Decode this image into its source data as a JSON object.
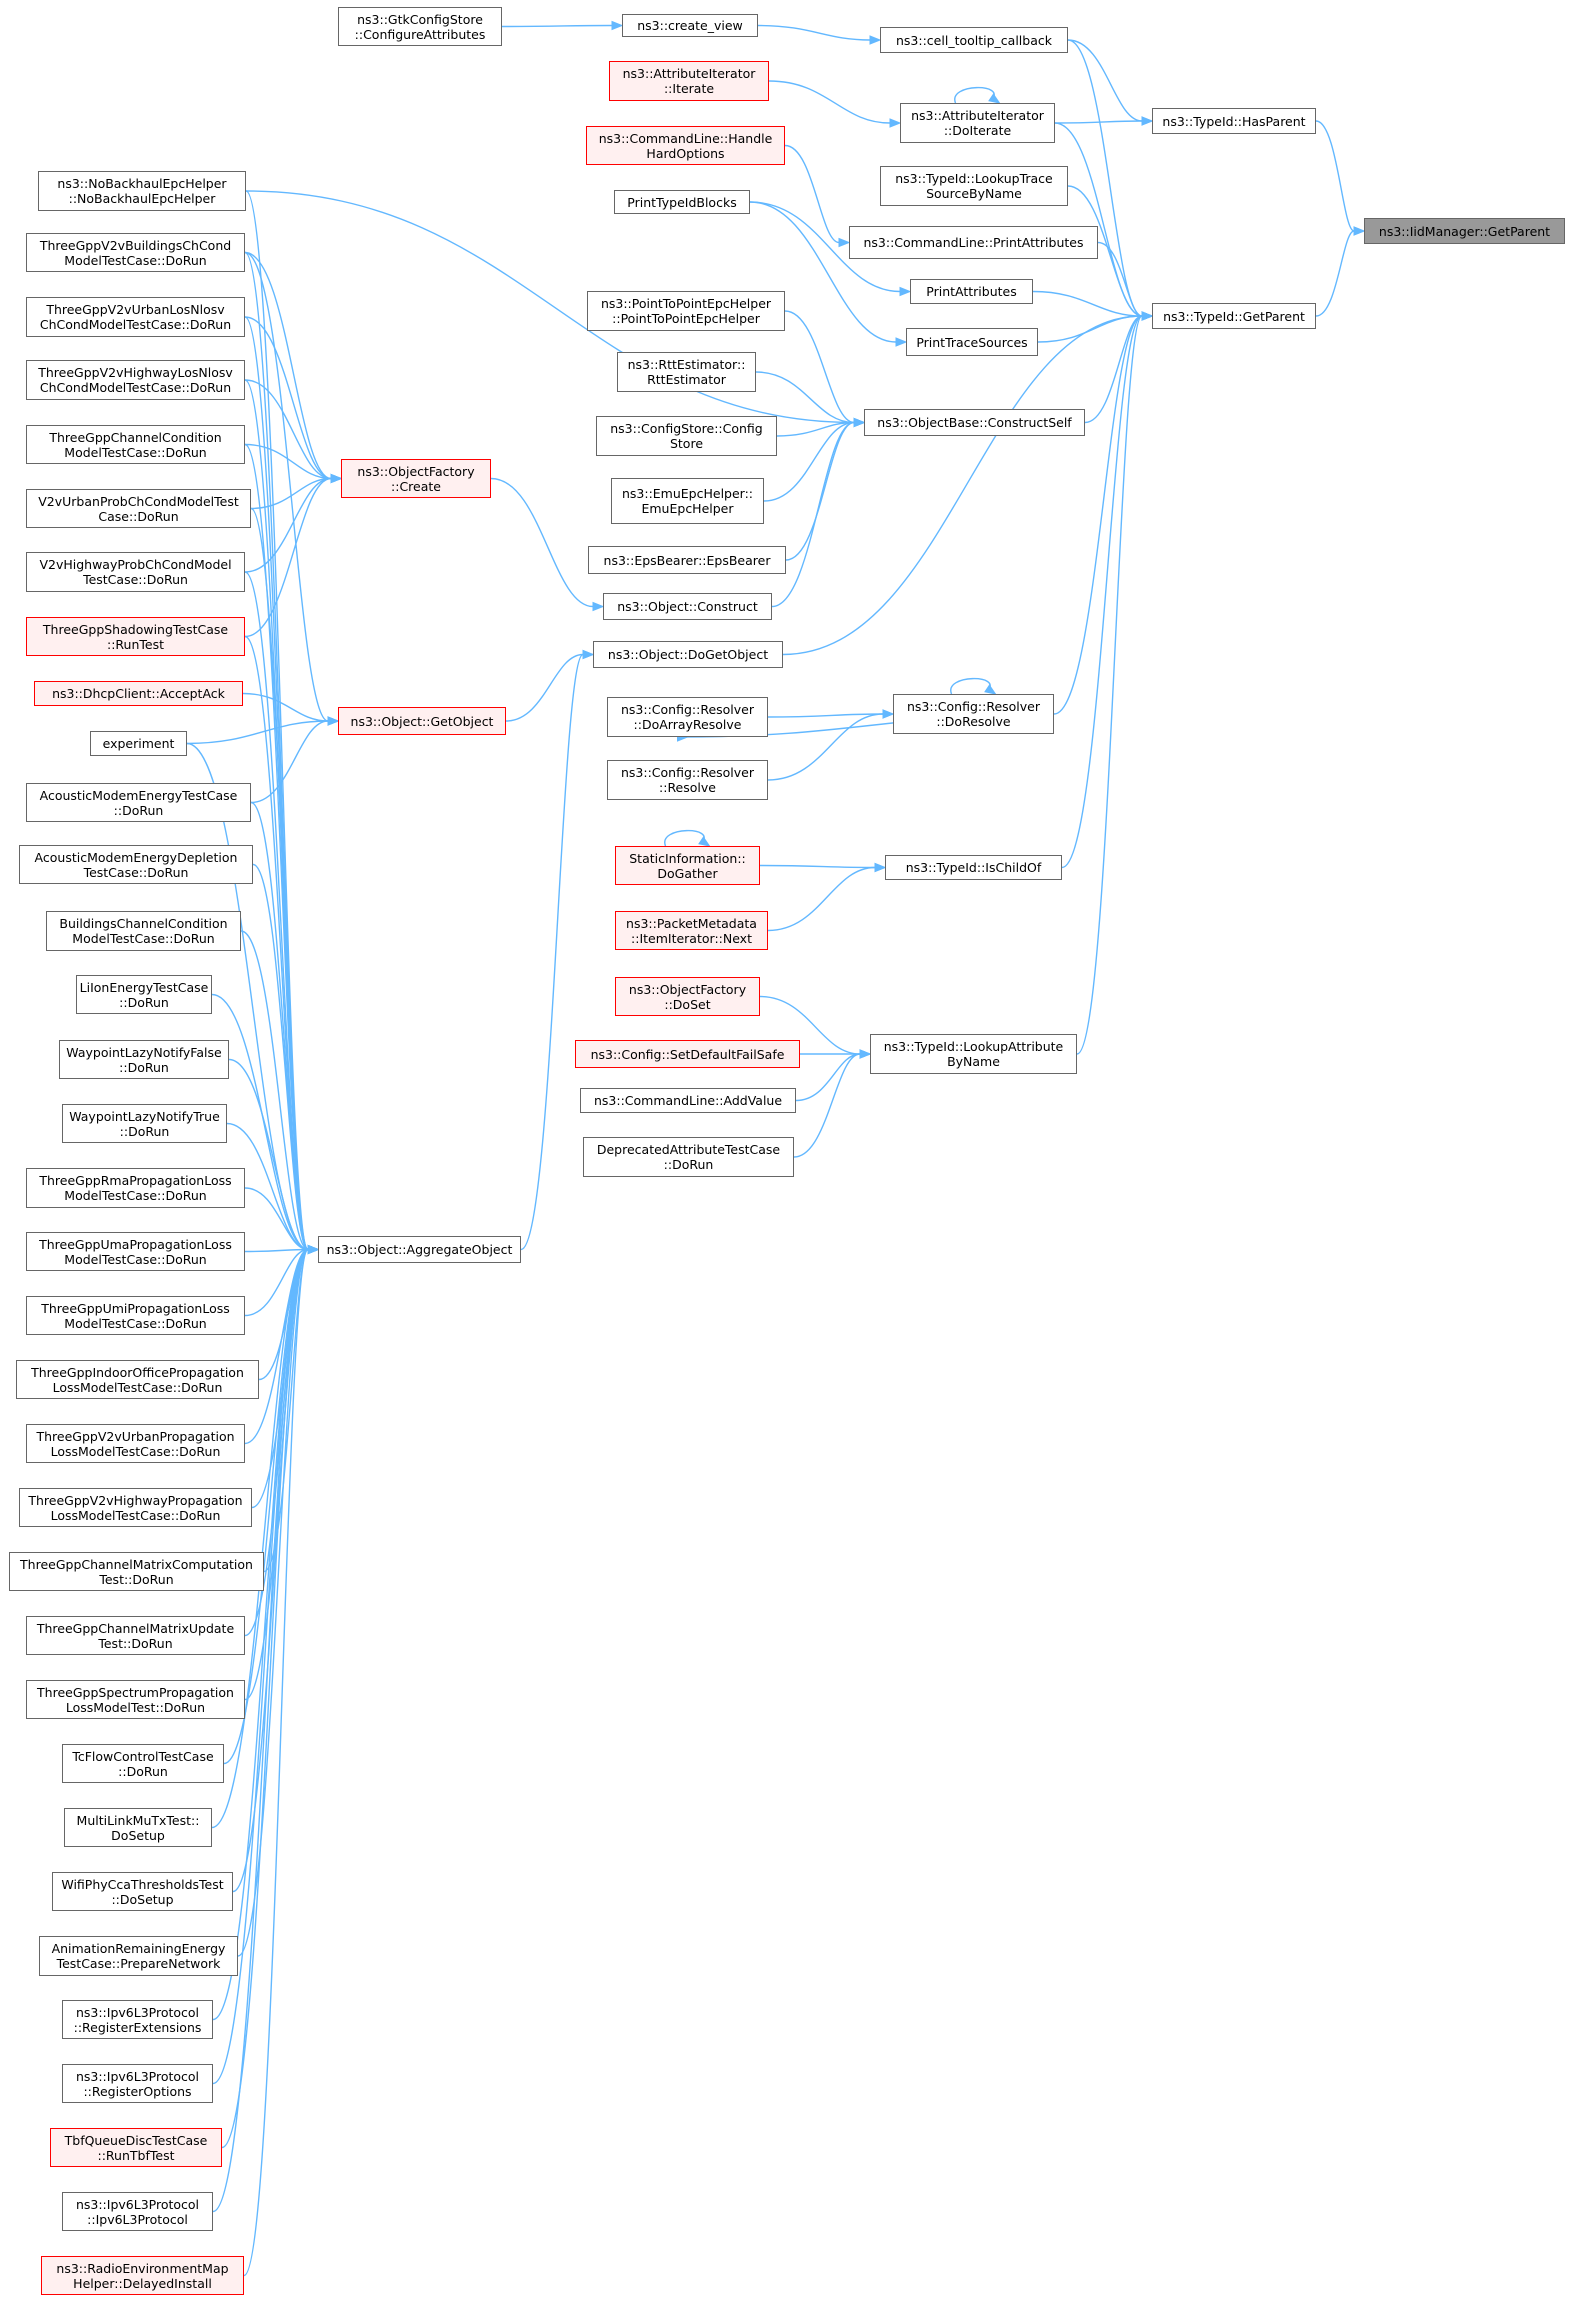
{
  "diagram": {
    "type": "call-graph",
    "root": "ns3::IidManager::GetParent",
    "colors": {
      "edge": "#63b8ff",
      "node_border": "#666666",
      "truncated_border": "#ff0000",
      "truncated_fill": "#fff0f0",
      "root_fill": "#999999"
    },
    "nodes": [
      {
        "id": "root",
        "lines": [
          "ns3::IidManager::GetParent"
        ]
      },
      {
        "id": "hasparent",
        "lines": [
          "ns3::TypeId::HasParent"
        ]
      },
      {
        "id": "getparent",
        "lines": [
          "ns3::TypeId::GetParent"
        ]
      },
      {
        "id": "tooltip",
        "lines": [
          "ns3::cell_tooltip_callback"
        ]
      },
      {
        "id": "createview",
        "lines": [
          "ns3::create_view"
        ]
      },
      {
        "id": "gtkcfg",
        "lines": [
          "ns3::GtkConfigStore",
          "::ConfigureAttributes"
        ]
      },
      {
        "id": "attriterdoiterate",
        "lines": [
          "ns3::AttributeIterator",
          "::DoIterate"
        ]
      },
      {
        "id": "attriteriterate",
        "lines": [
          "ns3::AttributeIterator",
          "::Iterate"
        ]
      },
      {
        "id": "cmdhandle",
        "lines": [
          "ns3::CommandLine::Handle",
          "HardOptions"
        ]
      },
      {
        "id": "lookuptrace",
        "lines": [
          "ns3::TypeId::LookupTrace",
          "SourceByName"
        ]
      },
      {
        "id": "cmdprintattrs",
        "lines": [
          "ns3::CommandLine::PrintAttributes"
        ]
      },
      {
        "id": "printtypeid",
        "lines": [
          "PrintTypeIdBlocks"
        ]
      },
      {
        "id": "printattrs",
        "lines": [
          "PrintAttributes"
        ]
      },
      {
        "id": "printtrace",
        "lines": [
          "PrintTraceSources"
        ]
      },
      {
        "id": "nobackhaul",
        "lines": [
          "ns3::NoBackhaulEpcHelper",
          "::NoBackhaulEpcHelper"
        ]
      },
      {
        "id": "p2pepc",
        "lines": [
          "ns3::PointToPointEpcHelper",
          "::PointToPointEpcHelper"
        ]
      },
      {
        "id": "rtt",
        "lines": [
          "ns3::RttEstimator::",
          "RttEstimator"
        ]
      },
      {
        "id": "cfgstore",
        "lines": [
          "ns3::ConfigStore::Config",
          "Store"
        ]
      },
      {
        "id": "emuepc",
        "lines": [
          "ns3::EmuEpcHelper::",
          "EmuEpcHelper"
        ]
      },
      {
        "id": "epsbearer",
        "lines": [
          "ns3::EpsBearer::EpsBearer"
        ]
      },
      {
        "id": "objconstruct",
        "lines": [
          "ns3::Object::Construct"
        ]
      },
      {
        "id": "constructself",
        "lines": [
          "ns3::ObjectBase::ConstructSelf"
        ]
      },
      {
        "id": "dogetobject",
        "lines": [
          "ns3::Object::DoGetObject"
        ]
      },
      {
        "id": "resdoresolve",
        "lines": [
          "ns3::Config::Resolver",
          "::DoResolve"
        ]
      },
      {
        "id": "resarray",
        "lines": [
          "ns3::Config::Resolver",
          "::DoArrayResolve"
        ]
      },
      {
        "id": "resresolve",
        "lines": [
          "ns3::Config::Resolver",
          "::Resolve"
        ]
      },
      {
        "id": "staticinfo",
        "lines": [
          "StaticInformation::",
          "DoGather"
        ]
      },
      {
        "id": "pktmeta",
        "lines": [
          "ns3::PacketMetadata",
          "::ItemIterator::Next"
        ]
      },
      {
        "id": "ischildof",
        "lines": [
          "ns3::TypeId::IsChildOf"
        ]
      },
      {
        "id": "objfacdoset",
        "lines": [
          "ns3::ObjectFactory",
          "::DoSet"
        ]
      },
      {
        "id": "setdefault",
        "lines": [
          "ns3::Config::SetDefaultFailSafe"
        ]
      },
      {
        "id": "cmdaddvalue",
        "lines": [
          "ns3::CommandLine::AddValue"
        ]
      },
      {
        "id": "deprecated",
        "lines": [
          "DeprecatedAttributeTestCase",
          "::DoRun"
        ]
      },
      {
        "id": "lookupattr",
        "lines": [
          "ns3::TypeId::LookupAttribute",
          "ByName"
        ]
      },
      {
        "id": "objfaccreate",
        "lines": [
          "ns3::ObjectFactory",
          "::Create"
        ]
      },
      {
        "id": "getobject",
        "lines": [
          "ns3::Object::GetObject"
        ]
      },
      {
        "id": "aggregate",
        "lines": [
          "ns3::Object::AggregateObject"
        ]
      },
      {
        "id": "l01",
        "lines": [
          "ThreeGppV2vBuildingsChCond",
          "ModelTestCase::DoRun"
        ]
      },
      {
        "id": "l02",
        "lines": [
          "ThreeGppV2vUrbanLosNlosv",
          "ChCondModelTestCase::DoRun"
        ]
      },
      {
        "id": "l03",
        "lines": [
          "ThreeGppV2vHighwayLosNlosv",
          "ChCondModelTestCase::DoRun"
        ]
      },
      {
        "id": "l04",
        "lines": [
          "ThreeGppChannelCondition",
          "ModelTestCase::DoRun"
        ]
      },
      {
        "id": "l05",
        "lines": [
          "V2vUrbanProbChCondModelTest",
          "Case::DoRun"
        ]
      },
      {
        "id": "l06",
        "lines": [
          "V2vHighwayProbChCondModel",
          "TestCase::DoRun"
        ]
      },
      {
        "id": "l07",
        "lines": [
          "ThreeGppShadowingTestCase",
          "::RunTest"
        ]
      },
      {
        "id": "l08",
        "lines": [
          "ns3::DhcpClient::AcceptAck"
        ]
      },
      {
        "id": "l09",
        "lines": [
          "experiment"
        ]
      },
      {
        "id": "l10",
        "lines": [
          "AcousticModemEnergyTestCase",
          "::DoRun"
        ]
      },
      {
        "id": "l11",
        "lines": [
          "AcousticModemEnergyDepletion",
          "TestCase::DoRun"
        ]
      },
      {
        "id": "l12",
        "lines": [
          "BuildingsChannelCondition",
          "ModelTestCase::DoRun"
        ]
      },
      {
        "id": "l13",
        "lines": [
          "LiIonEnergyTestCase",
          "::DoRun"
        ]
      },
      {
        "id": "l14",
        "lines": [
          "WaypointLazyNotifyFalse",
          "::DoRun"
        ]
      },
      {
        "id": "l15",
        "lines": [
          "WaypointLazyNotifyTrue",
          "::DoRun"
        ]
      },
      {
        "id": "l16",
        "lines": [
          "ThreeGppRmaPropagationLoss",
          "ModelTestCase::DoRun"
        ]
      },
      {
        "id": "l17",
        "lines": [
          "ThreeGppUmaPropagationLoss",
          "ModelTestCase::DoRun"
        ]
      },
      {
        "id": "l18",
        "lines": [
          "ThreeGppUmiPropagationLoss",
          "ModelTestCase::DoRun"
        ]
      },
      {
        "id": "l19",
        "lines": [
          "ThreeGppIndoorOfficePropagation",
          "LossModelTestCase::DoRun"
        ]
      },
      {
        "id": "l20",
        "lines": [
          "ThreeGppV2vUrbanPropagation",
          "LossModelTestCase::DoRun"
        ]
      },
      {
        "id": "l21",
        "lines": [
          "ThreeGppV2vHighwayPropagation",
          "LossModelTestCase::DoRun"
        ]
      },
      {
        "id": "l22",
        "lines": [
          "ThreeGppChannelMatrixComputation",
          "Test::DoRun"
        ]
      },
      {
        "id": "l23",
        "lines": [
          "ThreeGppChannelMatrixUpdate",
          "Test::DoRun"
        ]
      },
      {
        "id": "l24",
        "lines": [
          "ThreeGppSpectrumPropagation",
          "LossModelTest::DoRun"
        ]
      },
      {
        "id": "l25",
        "lines": [
          "TcFlowControlTestCase",
          "::DoRun"
        ]
      },
      {
        "id": "l26",
        "lines": [
          "MultiLinkMuTxTest::",
          "DoSetup"
        ]
      },
      {
        "id": "l27",
        "lines": [
          "WifiPhyCcaThresholdsTest",
          "::DoSetup"
        ]
      },
      {
        "id": "l28",
        "lines": [
          "AnimationRemainingEnergy",
          "TestCase::PrepareNetwork"
        ]
      },
      {
        "id": "l29",
        "lines": [
          "ns3::Ipv6L3Protocol",
          "::RegisterExtensions"
        ]
      },
      {
        "id": "l30",
        "lines": [
          "ns3::Ipv6L3Protocol",
          "::RegisterOptions"
        ]
      },
      {
        "id": "l31",
        "lines": [
          "TbfQueueDiscTestCase",
          "::RunTbfTest"
        ]
      },
      {
        "id": "l32",
        "lines": [
          "ns3::Ipv6L3Protocol",
          "::Ipv6L3Protocol"
        ]
      },
      {
        "id": "l33",
        "lines": [
          "ns3::RadioEnvironmentMap",
          "Helper::DelayedInstall"
        ]
      }
    ],
    "edges": [
      [
        "hasparent",
        "root"
      ],
      [
        "getparent",
        "root"
      ],
      [
        "tooltip",
        "hasparent"
      ],
      [
        "attriterdoiterate",
        "hasparent"
      ],
      [
        "createview",
        "tooltip"
      ],
      [
        "gtkcfg",
        "createview"
      ],
      [
        "attriteriterate",
        "attriterdoiterate"
      ],
      [
        "attriterdoiterate",
        "attriterdoiterate"
      ],
      [
        "tooltip",
        "getparent"
      ],
      [
        "attriterdoiterate",
        "getparent"
      ],
      [
        "lookuptrace",
        "getparent"
      ],
      [
        "cmdprintattrs",
        "getparent"
      ],
      [
        "printattrs",
        "getparent"
      ],
      [
        "printtrace",
        "getparent"
      ],
      [
        "constructself",
        "getparent"
      ],
      [
        "dogetobject",
        "getparent"
      ],
      [
        "resdoresolve",
        "getparent"
      ],
      [
        "ischildof",
        "getparent"
      ],
      [
        "lookupattr",
        "getparent"
      ],
      [
        "cmdhandle",
        "cmdprintattrs"
      ],
      [
        "printtypeid",
        "printattrs"
      ],
      [
        "printtypeid",
        "printtrace"
      ],
      [
        "nobackhaul",
        "constructself"
      ],
      [
        "p2pepc",
        "constructself"
      ],
      [
        "rtt",
        "constructself"
      ],
      [
        "cfgstore",
        "constructself"
      ],
      [
        "emuepc",
        "constructself"
      ],
      [
        "epsbearer",
        "constructself"
      ],
      [
        "objconstruct",
        "constructself"
      ],
      [
        "objfaccreate",
        "objconstruct"
      ],
      [
        "getobject",
        "dogetobject"
      ],
      [
        "aggregate",
        "dogetobject"
      ],
      [
        "resdoresolve",
        "resarray"
      ],
      [
        "resarray",
        "resdoresolve"
      ],
      [
        "resresolve",
        "resdoresolve"
      ],
      [
        "resdoresolve",
        "resdoresolve"
      ],
      [
        "staticinfo",
        "ischildof"
      ],
      [
        "pktmeta",
        "ischildof"
      ],
      [
        "staticinfo",
        "staticinfo"
      ],
      [
        "objfacdoset",
        "lookupattr"
      ],
      [
        "setdefault",
        "lookupattr"
      ],
      [
        "cmdaddvalue",
        "lookupattr"
      ],
      [
        "deprecated",
        "lookupattr"
      ],
      [
        "l01",
        "objfaccreate"
      ],
      [
        "l02",
        "objfaccreate"
      ],
      [
        "l03",
        "objfaccreate"
      ],
      [
        "l04",
        "objfaccreate"
      ],
      [
        "l05",
        "objfaccreate"
      ],
      [
        "l06",
        "objfaccreate"
      ],
      [
        "l07",
        "objfaccreate"
      ],
      [
        "l01",
        "getobject"
      ],
      [
        "l08",
        "getobject"
      ],
      [
        "l09",
        "getobject"
      ],
      [
        "l10",
        "getobject"
      ],
      [
        "nobackhaul",
        "aggregate"
      ],
      [
        "l01",
        "aggregate"
      ],
      [
        "l02",
        "aggregate"
      ],
      [
        "l03",
        "aggregate"
      ],
      [
        "l04",
        "aggregate"
      ],
      [
        "l05",
        "aggregate"
      ],
      [
        "l06",
        "aggregate"
      ],
      [
        "l07",
        "aggregate"
      ],
      [
        "l09",
        "aggregate"
      ],
      [
        "l10",
        "aggregate"
      ],
      [
        "l11",
        "aggregate"
      ],
      [
        "l12",
        "aggregate"
      ],
      [
        "l13",
        "aggregate"
      ],
      [
        "l14",
        "aggregate"
      ],
      [
        "l15",
        "aggregate"
      ],
      [
        "l16",
        "aggregate"
      ],
      [
        "l17",
        "aggregate"
      ],
      [
        "l18",
        "aggregate"
      ],
      [
        "l19",
        "aggregate"
      ],
      [
        "l20",
        "aggregate"
      ],
      [
        "l21",
        "aggregate"
      ],
      [
        "l22",
        "aggregate"
      ],
      [
        "l23",
        "aggregate"
      ],
      [
        "l24",
        "aggregate"
      ],
      [
        "l25",
        "aggregate"
      ],
      [
        "l26",
        "aggregate"
      ],
      [
        "l27",
        "aggregate"
      ],
      [
        "l28",
        "aggregate"
      ],
      [
        "l29",
        "aggregate"
      ],
      [
        "l30",
        "aggregate"
      ],
      [
        "l31",
        "aggregate"
      ],
      [
        "l32",
        "aggregate"
      ],
      [
        "l33",
        "aggregate"
      ]
    ]
  }
}
